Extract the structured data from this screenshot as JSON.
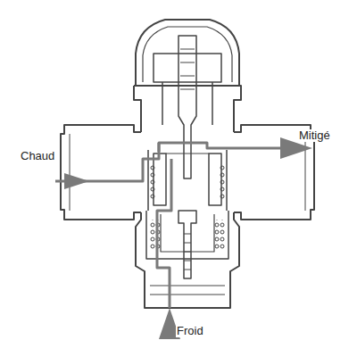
{
  "diagram": {
    "labels": [
      "Chaud",
      "Mitigé",
      "Froid"
    ]
  }
}
